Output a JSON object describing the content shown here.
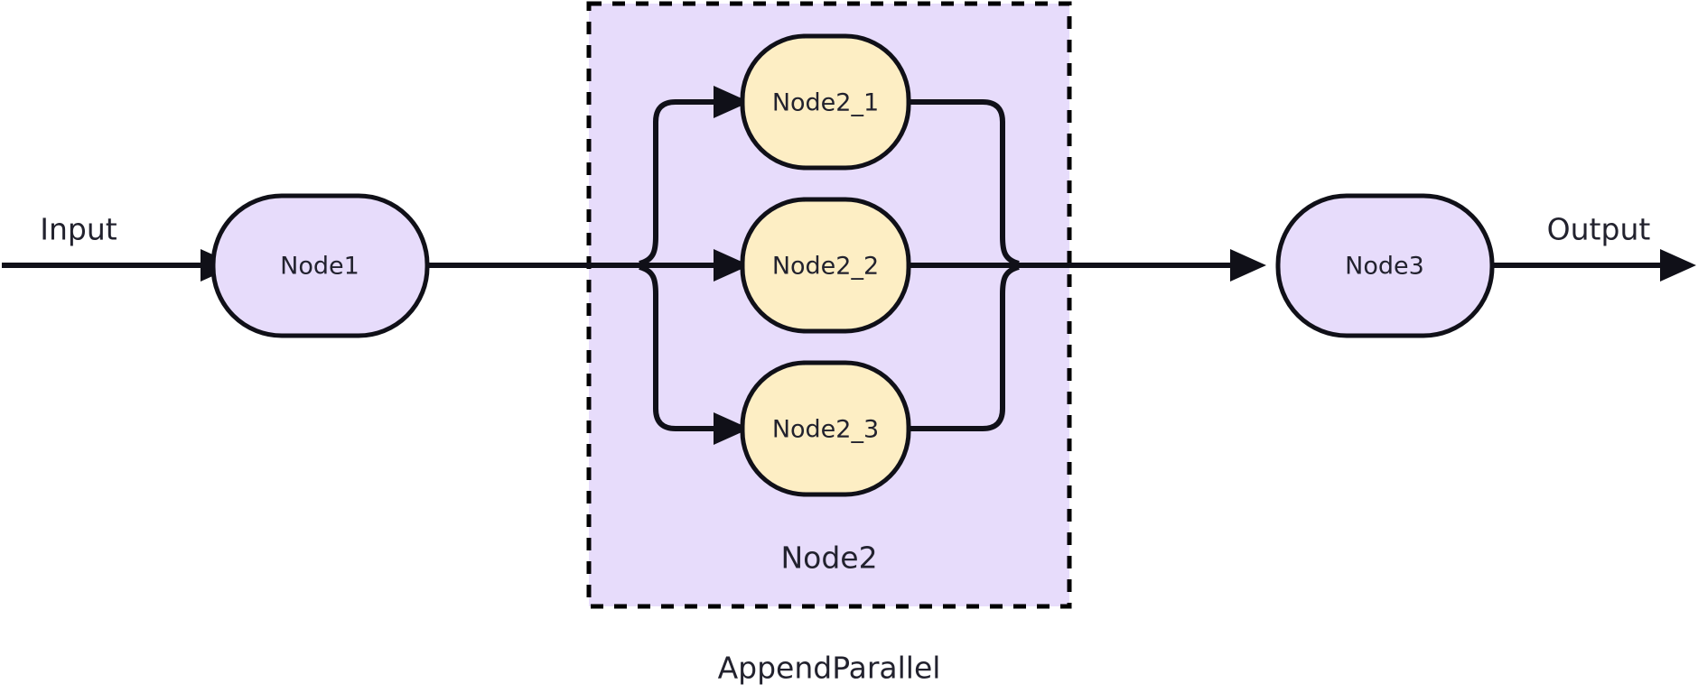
{
  "diagram": {
    "title": "AppendParallel",
    "type": "flow-diagram",
    "background_color": "#ffffff",
    "io": {
      "input_label": "Input",
      "output_label": "Output"
    },
    "nodes": [
      {
        "id": "node1",
        "label": "Node1",
        "fill": "#e7dcfb",
        "stroke": "#101018",
        "shape": "rounded-ellipse"
      },
      {
        "id": "node3",
        "label": "Node3",
        "fill": "#e7dcfb",
        "stroke": "#101018",
        "shape": "rounded-ellipse"
      }
    ],
    "group": {
      "id": "node2",
      "label": "Node2",
      "caption": "AppendParallel",
      "fill": "#e7dcfb",
      "border_style": "dashed",
      "border_color": "#000000",
      "children": [
        {
          "id": "node2_1",
          "label": "Node2_1",
          "fill": "#fdeec4",
          "stroke": "#101018",
          "shape": "rounded-ellipse"
        },
        {
          "id": "node2_2",
          "label": "Node2_2",
          "fill": "#fdeec4",
          "stroke": "#101018",
          "shape": "rounded-ellipse"
        },
        {
          "id": "node2_3",
          "label": "Node2_3",
          "fill": "#fdeec4",
          "stroke": "#101018",
          "shape": "rounded-ellipse"
        }
      ]
    },
    "edges": [
      {
        "from": "input",
        "to": "node1",
        "arrow": true
      },
      {
        "from": "node1",
        "to": "node2-split",
        "arrow": false
      },
      {
        "from": "node2-split",
        "to": "node2_1",
        "arrow": true
      },
      {
        "from": "node2-split",
        "to": "node2_2",
        "arrow": true
      },
      {
        "from": "node2-split",
        "to": "node2_3",
        "arrow": true
      },
      {
        "from": "node2_1",
        "to": "node2-merge",
        "arrow": false
      },
      {
        "from": "node2_2",
        "to": "node2-merge",
        "arrow": false
      },
      {
        "from": "node2_3",
        "to": "node2-merge",
        "arrow": false
      },
      {
        "from": "node2-merge",
        "to": "node3",
        "arrow": true
      },
      {
        "from": "node3",
        "to": "output",
        "arrow": true
      }
    ]
  }
}
